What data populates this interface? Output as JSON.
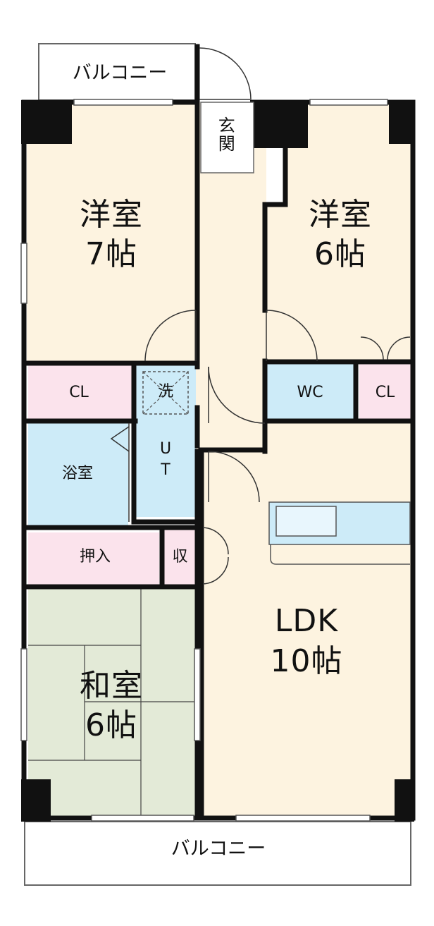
{
  "balcony_top": "バルコニー",
  "balcony_bottom": "バルコニー",
  "rooms": {
    "genkan": "玄関",
    "western_7": {
      "name": "洋室",
      "size": "7帖"
    },
    "western_6": {
      "name": "洋室",
      "size": "6帖"
    },
    "closet_left": "CL",
    "closet_right": "CL",
    "wash": "洗",
    "utility": "U\nT",
    "wc": "WC",
    "bath": "浴室",
    "oshiire": "押入",
    "storage": "収",
    "washitsu": {
      "name": "和室",
      "size": "6帖"
    },
    "ldk": {
      "name": "LDK",
      "size": "10帖"
    }
  },
  "colors": {
    "wall": "#111111",
    "western_floor": "#fdf3e0",
    "ldk_floor": "#fdf3e0",
    "tatami": "#e3ead7",
    "wet_area": "#cdebf8",
    "closet": "#fbe3ec",
    "balcony": "#ffffff"
  }
}
